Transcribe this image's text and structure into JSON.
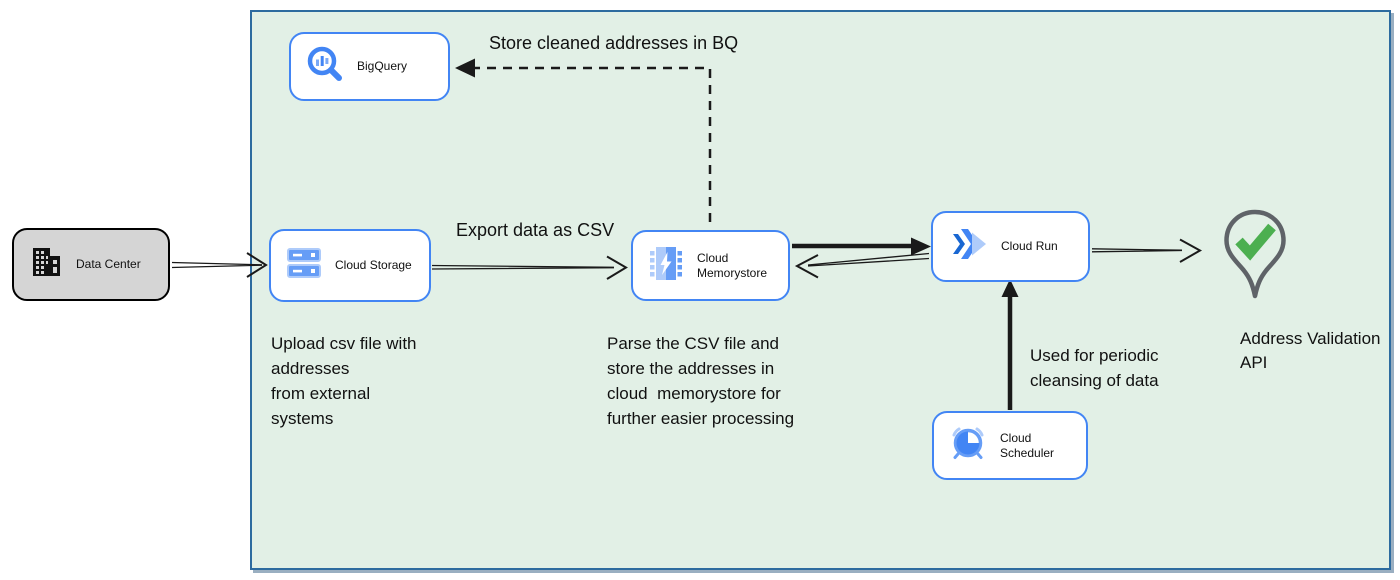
{
  "nodes": {
    "data_center": {
      "label": "Data Center"
    },
    "bigquery": {
      "label": "BigQuery"
    },
    "cloud_storage": {
      "label": "Cloud Storage"
    },
    "cloud_memorystore": {
      "label": "Cloud Memorystore"
    },
    "cloud_run": {
      "label": "Cloud Run"
    },
    "cloud_scheduler": {
      "label": "Cloud Scheduler"
    },
    "address_validation_api": {
      "label": "Address Validation\nAPI"
    }
  },
  "annotations": {
    "store_cleaned": "Store cleaned addresses in BQ",
    "export_csv": "Export data as CSV",
    "upload_note": "Upload csv file with\naddresses\nfrom external\nsystems",
    "parse_note": "Parse the CSV file and\nstore the addresses in\ncloud  memorystore for\nfurther easier processing",
    "periodic_note": "Used for periodic\ncleansing of data"
  },
  "icons": {
    "data_center": "building-icon",
    "bigquery": "bigquery-magnifier-icon",
    "cloud_storage": "storage-bars-icon",
    "cloud_memorystore": "memorystore-chip-icon",
    "cloud_run": "cloud-run-chevrons-icon",
    "cloud_scheduler": "scheduler-alarm-clock-icon",
    "address_validation_api": "map-pin-check-icon"
  },
  "colors": {
    "accent_blue": "#4285f4",
    "light_blue": "#aecbfa",
    "mid_blue": "#669df6",
    "zone_fill": "#e2f0e6",
    "zone_border": "#2d6b9f",
    "datacenter_fill": "#d5d5d5",
    "check_green": "#4caf50",
    "pin_gray": "#5f6368"
  }
}
